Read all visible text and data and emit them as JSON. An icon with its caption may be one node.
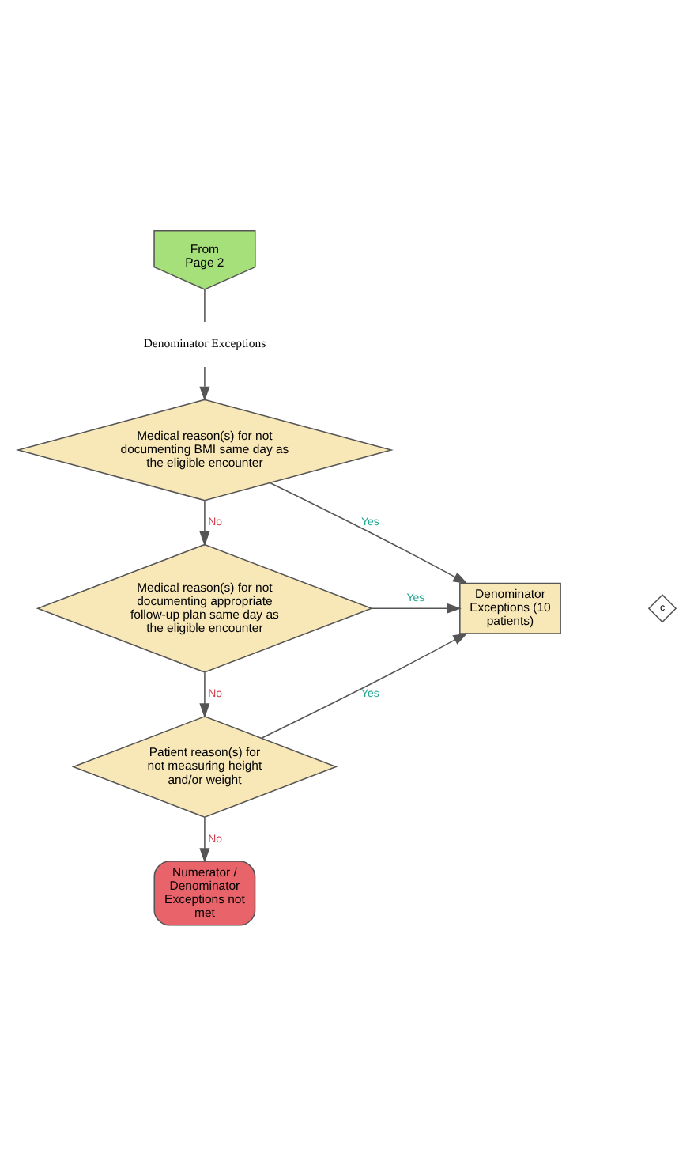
{
  "diagram": {
    "nodes": [
      {
        "text": [
          "From Page 2"
        ]
      },
      {
        "text": [
          "Denominator Exceptions"
        ]
      },
      {
        "text": [
          "Medical reason(s) for not documenting BMI same day as the eligible encounter"
        ]
      },
      {
        "text": [
          "Medical reason(s) for not documenting appropriate follow-up plan same day as the eligible encounter"
        ]
      },
      {
        "text": [
          "Patient reason(s) for not measuring height and/or weight"
        ]
      },
      {
        "text": [
          "Denominator Exceptions (10 patients)"
        ]
      },
      {
        "text": [
          "c"
        ]
      },
      {
        "text": [
          "Numerator / Denominator Exceptions not met"
        ]
      }
    ],
    "edges": [
      {
        "from": 0,
        "to": 1,
        "arrow": "none"
      },
      {
        "from": 1,
        "to": 2,
        "arrow": "to"
      },
      {
        "from": 2,
        "to": 3,
        "arrow": "to",
        "label": "No"
      },
      {
        "from": 2,
        "to": 5,
        "arrow": "to",
        "label": "Yes"
      },
      {
        "from": 3,
        "to": 5,
        "arrow": "to",
        "label": "Yes"
      },
      {
        "from": 3,
        "to": 4,
        "arrow": "to",
        "label": "No"
      },
      {
        "from": 4,
        "to": 5,
        "arrow": "to",
        "label": "Yes"
      },
      {
        "from": 4,
        "to": 7,
        "arrow": "to",
        "label": "No"
      }
    ]
  }
}
